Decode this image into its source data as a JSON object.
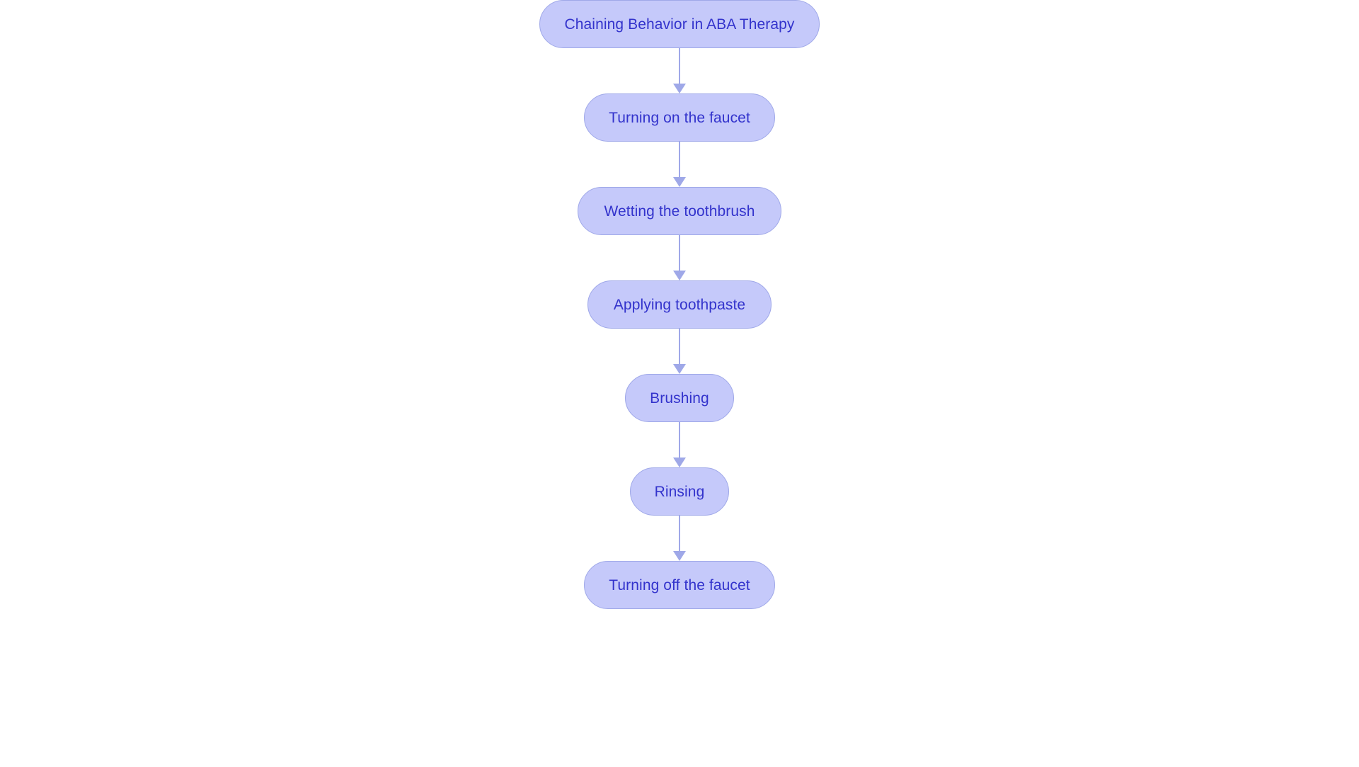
{
  "diagram": {
    "type": "flowchart",
    "orientation": "top-to-bottom",
    "background_color": "#ffffff",
    "node_fill_color": "#c5c9fa",
    "node_border_color": "#9fa8e8",
    "node_text_color": "#3333cc",
    "connector_color": "#9fa8e8",
    "node_shape": "stadium",
    "title": "Chaining Behavior in ABA Therapy",
    "nodes": [
      {
        "id": "title",
        "label": "Chaining Behavior in ABA Therapy",
        "order": 0
      },
      {
        "id": "faucet-on",
        "label": "Turning on the faucet",
        "order": 1
      },
      {
        "id": "wet-brush",
        "label": "Wetting the toothbrush",
        "order": 2
      },
      {
        "id": "toothpaste",
        "label": "Applying toothpaste",
        "order": 3
      },
      {
        "id": "brushing",
        "label": "Brushing",
        "order": 4
      },
      {
        "id": "rinsing",
        "label": "Rinsing",
        "order": 5
      },
      {
        "id": "faucet-off",
        "label": "Turning off the faucet",
        "order": 6
      }
    ],
    "edges": [
      {
        "from": "title",
        "to": "faucet-on",
        "arrow": "down",
        "label": ""
      },
      {
        "from": "faucet-on",
        "to": "wet-brush",
        "arrow": "down",
        "label": ""
      },
      {
        "from": "wet-brush",
        "to": "toothpaste",
        "arrow": "down",
        "label": ""
      },
      {
        "from": "toothpaste",
        "to": "brushing",
        "arrow": "down",
        "label": ""
      },
      {
        "from": "brushing",
        "to": "rinsing",
        "arrow": "down",
        "label": ""
      },
      {
        "from": "rinsing",
        "to": "faucet-off",
        "arrow": "down",
        "label": ""
      }
    ]
  }
}
